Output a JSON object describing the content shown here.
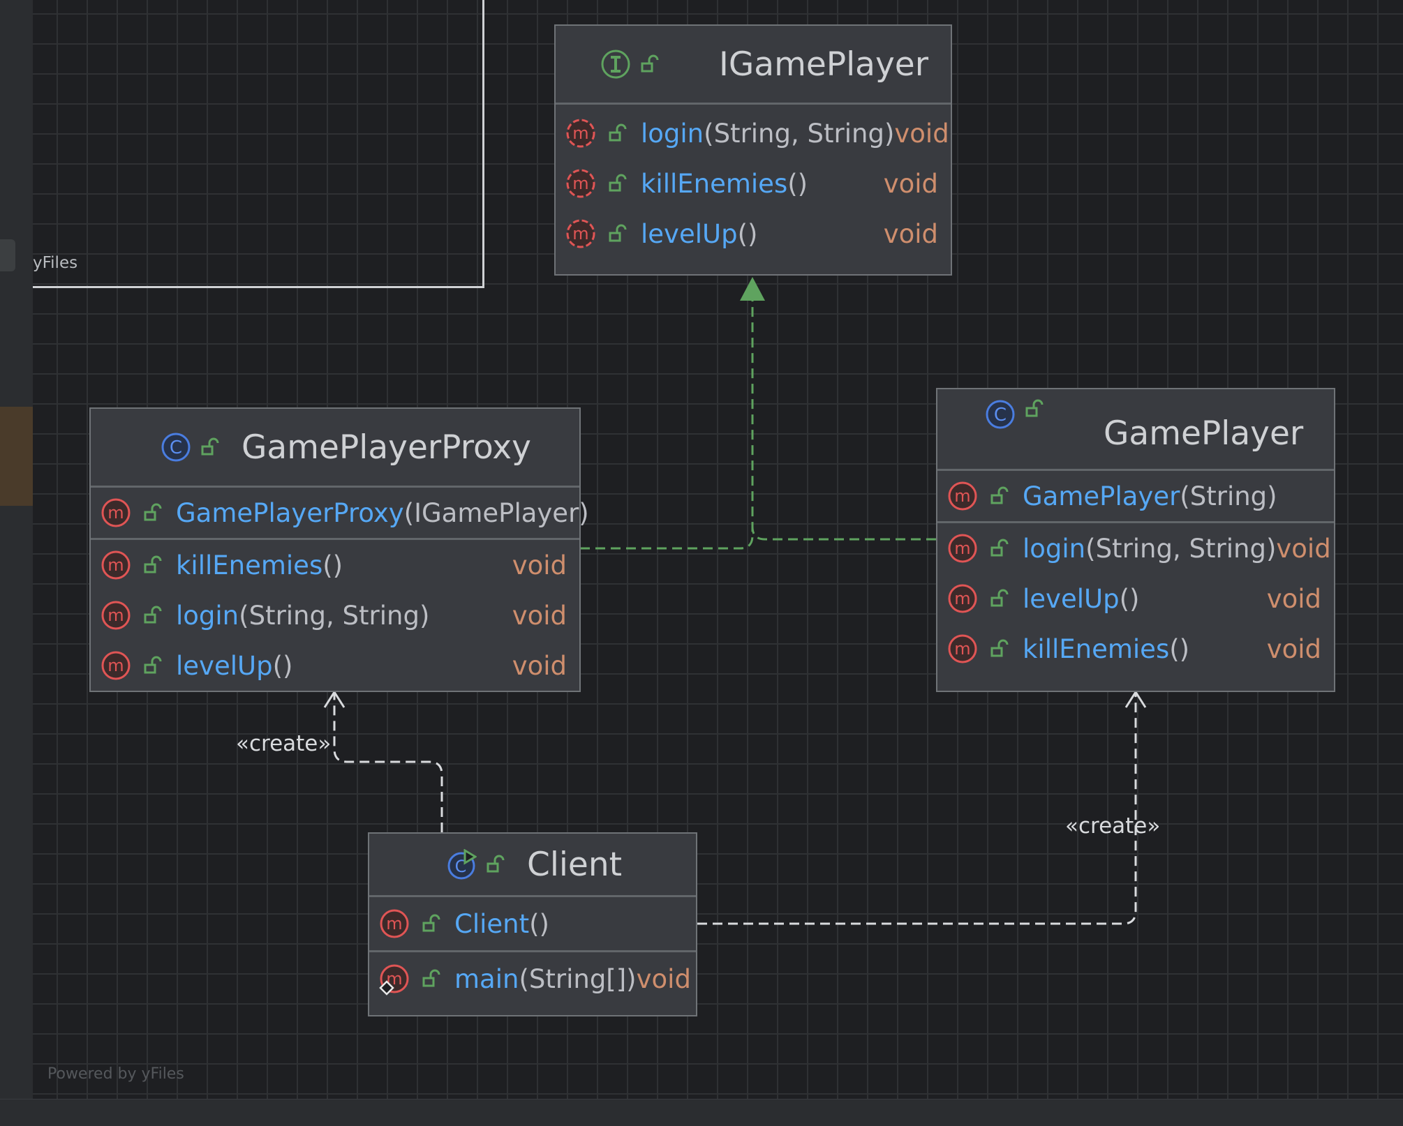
{
  "overview": {
    "label": "yFiles"
  },
  "watermark": "Powered by yFiles",
  "colors": {
    "canvas": "#1e1f22",
    "node_bg": "#393b40",
    "method_name": "#56a8f5",
    "return_type": "#cf8e6d",
    "params": "#bcbec4",
    "realization_edge": "#5fa35f",
    "dependency_edge": "#d9dbde"
  },
  "nodes": {
    "igameplayer": {
      "title": "IGamePlayer",
      "kind_icon": "interface-icon",
      "members": [
        {
          "name": "login",
          "params": "(String, String)",
          "type": "void"
        },
        {
          "name": "killEnemies",
          "params": "()",
          "type": "void"
        },
        {
          "name": "levelUp",
          "params": "()",
          "type": "void"
        }
      ]
    },
    "gameplayerproxy": {
      "title": "GamePlayerProxy",
      "kind_icon": "class-icon",
      "constructor": {
        "name": "GamePlayerProxy",
        "params": "(IGamePlayer)"
      },
      "members": [
        {
          "name": "killEnemies",
          "params": "()",
          "type": "void"
        },
        {
          "name": "login",
          "params": "(String, String)",
          "type": "void"
        },
        {
          "name": "levelUp",
          "params": "()",
          "type": "void"
        }
      ]
    },
    "gameplayer": {
      "title": "GamePlayer",
      "kind_icon": "class-icon",
      "constructor": {
        "name": "GamePlayer",
        "params": "(String)"
      },
      "members": [
        {
          "name": "login",
          "params": "(String, String)",
          "type": "void"
        },
        {
          "name": "levelUp",
          "params": "()",
          "type": "void"
        },
        {
          "name": "killEnemies",
          "params": "()",
          "type": "void"
        }
      ]
    },
    "client": {
      "title": "Client",
      "kind_icon": "runnable-class-icon",
      "constructor": {
        "name": "Client",
        "params": "()"
      },
      "members": [
        {
          "name": "main",
          "params": "(String[])",
          "type": "void"
        }
      ]
    }
  },
  "edges": {
    "create_label_proxy": "«create»",
    "create_label_player": "«create»"
  }
}
